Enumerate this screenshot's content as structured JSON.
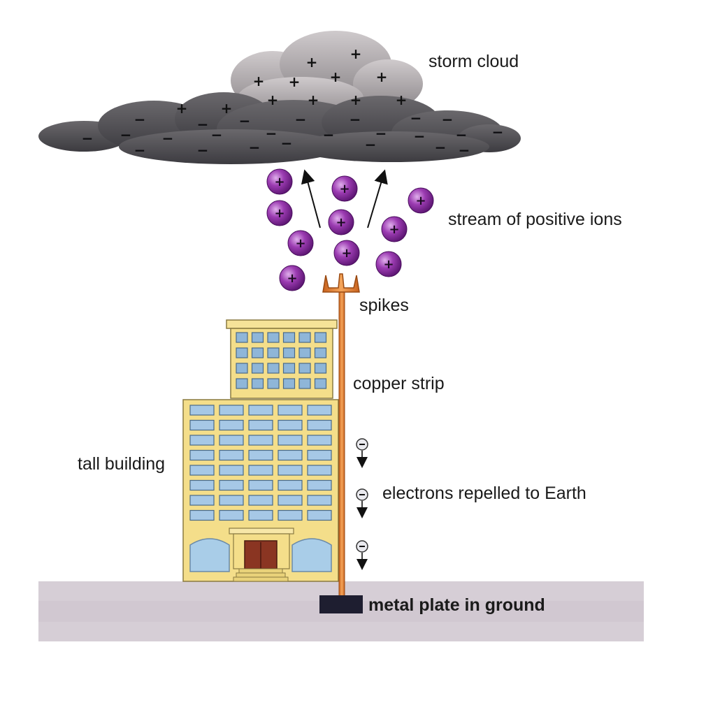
{
  "labels": {
    "storm_cloud": "storm cloud",
    "positive_ions": "stream of positive ions",
    "spikes": "spikes",
    "copper_strip": "copper strip",
    "tall_building": "tall building",
    "electrons": "electrons repelled to Earth",
    "metal_plate": "metal plate in ground"
  },
  "symbols": {
    "plus": "+",
    "minus": "−"
  },
  "colors": {
    "cloud_dark": "#4a4a4e",
    "cloud_light": "#b0abad",
    "ion_purple": "#8a2a9e",
    "copper": "#e8873a",
    "building": "#f4de8a",
    "window": "#8fb6d8",
    "ground": "#d4ccd4",
    "plate": "#1e1e30",
    "door": "#8a3522"
  }
}
